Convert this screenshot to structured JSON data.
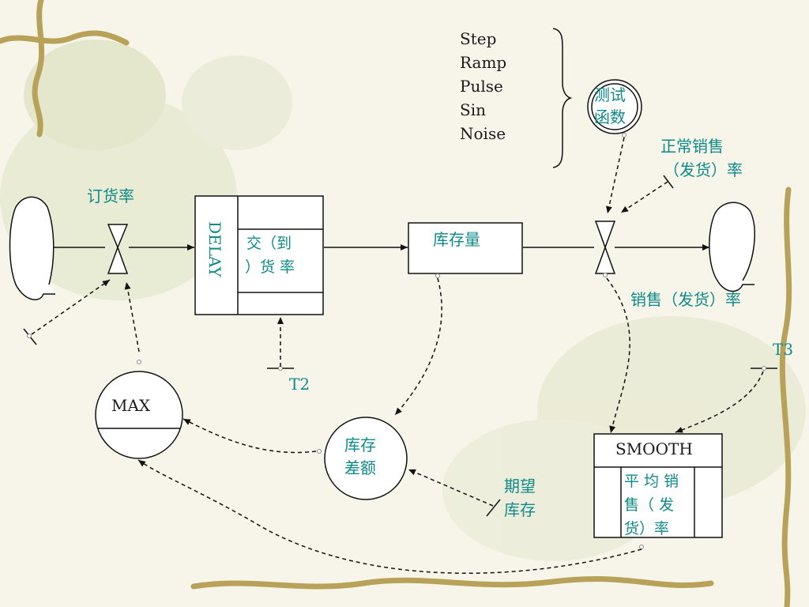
{
  "test_functions": {
    "items": [
      "Step",
      "Ramp",
      "Pulse",
      "Sin",
      "Noise"
    ],
    "node_line1": "测试",
    "node_line2": "函数"
  },
  "labels": {
    "order_rate": "订货率",
    "delay_block_title": "DELAY",
    "delivery_rate_line1": "交（到",
    "delivery_rate_line2": "）货 率",
    "inventory": "库存量",
    "normal_sales_line1": "正常销售",
    "normal_sales_line2": "（发货）率",
    "sales_rate": "销售（发货）率",
    "t2": "T2",
    "t3": "T3",
    "max_block": "MAX",
    "inventory_gap_line1": "库存",
    "inventory_gap_line2": "差额",
    "expected_inventory_line1": "期望",
    "expected_inventory_line2": "库存",
    "smooth_block_title": "SMOOTH",
    "avg_sales_line1": "平 均 销",
    "avg_sales_line2": "售（ 发",
    "avg_sales_line3": "货）率"
  },
  "colors": {
    "label_teal": "#0e8a88",
    "line_black": "#111111",
    "leaf_green": "#b9c98a",
    "vine_brown": "#b8a25a"
  }
}
